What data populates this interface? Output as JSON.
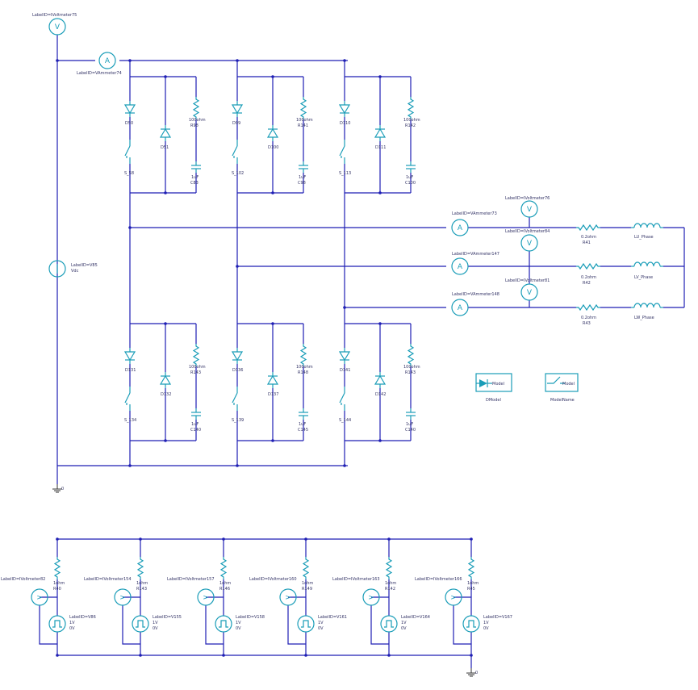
{
  "labels": {
    "vm_top": "LabelID=IVoltmeter75",
    "am_top": "LabelID=VAmmeter74",
    "vdc_id": "LabelID=V85",
    "vdc_val": "Vdc",
    "ground": "0",
    "am_u": "LabelID=VAmmeter73",
    "am_v": "LabelID=VAmmeter147",
    "am_w": "LabelID=VAmmeter148",
    "vm_u": "LabelID=IVoltmeter76",
    "vm_v": "LabelID=IVoltmeter84",
    "vm_w": "LabelID=IVoltmeter81",
    "dmodel_box": "Model",
    "dmodel": "DModel",
    "smodel_box": "Model",
    "smodel": "ModelName"
  },
  "load": [
    {
      "r_val": "0.2ohm",
      "r_name": "R41",
      "l_name": "LU_Phase"
    },
    {
      "r_val": "0.2ohm",
      "r_name": "R42",
      "l_name": "LV_Phase"
    },
    {
      "r_val": "0.2ohm",
      "r_name": "R43",
      "l_name": "LW_Phase"
    }
  ],
  "cells": [
    {
      "d1": "D50",
      "d2": "D51",
      "sw": "S_58",
      "r_val": "100ohm",
      "r": "R98",
      "c_val": "1uF",
      "c": "C83"
    },
    {
      "d1": "D99",
      "d2": "D100",
      "sw": "S_102",
      "r_val": "100ohm",
      "r": "R141",
      "c_val": "1uF",
      "c": "C98"
    },
    {
      "d1": "D110",
      "d2": "D111",
      "sw": "S_113",
      "r_val": "100ohm",
      "r": "R142",
      "c_val": "1uF",
      "c": "C100"
    },
    {
      "d1": "D131",
      "d2": "D132",
      "sw": "S_134",
      "r_val": "100ohm",
      "r": "R143",
      "c_val": "1uF",
      "c": "C140"
    },
    {
      "d1": "D136",
      "d2": "D137",
      "sw": "S_139",
      "r_val": "100ohm",
      "r": "R148",
      "c_val": "1uF",
      "c": "C145"
    },
    {
      "d1": "D141",
      "d2": "D142",
      "sw": "S_144",
      "r_val": "100ohm",
      "r": "R143",
      "c_val": "1uF",
      "c": "C140"
    }
  ],
  "gates": [
    {
      "vm": "LabelID=IVoltmeter82",
      "r_val": "1ohm",
      "r": "R40",
      "v": "LabelID=V86",
      "hi": "1V",
      "lo": "0V"
    },
    {
      "vm": "LabelID=IVoltmeter154",
      "r_val": "1ohm",
      "r": "R143",
      "v": "LabelID=V155",
      "hi": "1V",
      "lo": "0V"
    },
    {
      "vm": "LabelID=IVoltmeter157",
      "r_val": "1ohm",
      "r": "R146",
      "v": "LabelID=V158",
      "hi": "1V",
      "lo": "0V"
    },
    {
      "vm": "LabelID=IVoltmeter160",
      "r_val": "1ohm",
      "r": "R149",
      "v": "LabelID=V161",
      "hi": "1V",
      "lo": "0V"
    },
    {
      "vm": "LabelID=IVoltmeter163",
      "r_val": "1ohm",
      "r": "R142",
      "v": "LabelID=V164",
      "hi": "1V",
      "lo": "0V"
    },
    {
      "vm": "LabelID=IVoltmeter166",
      "r_val": "1ohm",
      "r": "R45",
      "v": "LabelID=V167",
      "hi": "1V",
      "lo": "0V"
    }
  ],
  "symbols": {
    "voltmeter": "V",
    "ammeter": "A",
    "gate_meter": ">"
  }
}
